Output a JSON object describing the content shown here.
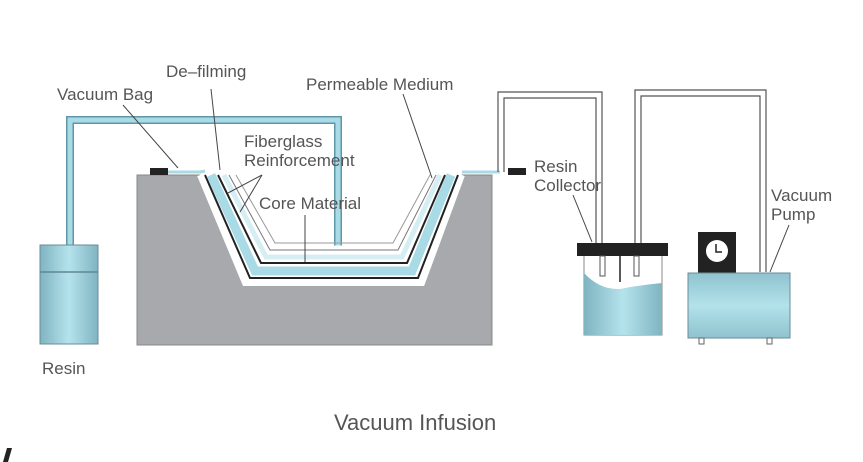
{
  "title": "Vacuum Infusion",
  "labels": {
    "vacuum_bag": "Vacuum Bag",
    "de_filming": "De–filming",
    "permeable_medium": "Permeable Medium",
    "fiberglass_line1": "Fiberglass",
    "fiberglass_line2": "Reinforcement",
    "core_material": "Core Material",
    "resin_collector_line1": "Resin",
    "resin_collector_line2": "Collector",
    "vacuum_pump_line1": "Vacuum",
    "vacuum_pump_line2": "Pump",
    "resin": "Resin"
  },
  "colors": {
    "mold": "#a7a9ac",
    "resin": "#a9dbe6",
    "resin_dark": "#6fb3c4",
    "hose": "#8cc9d8",
    "seal": "#222222"
  }
}
